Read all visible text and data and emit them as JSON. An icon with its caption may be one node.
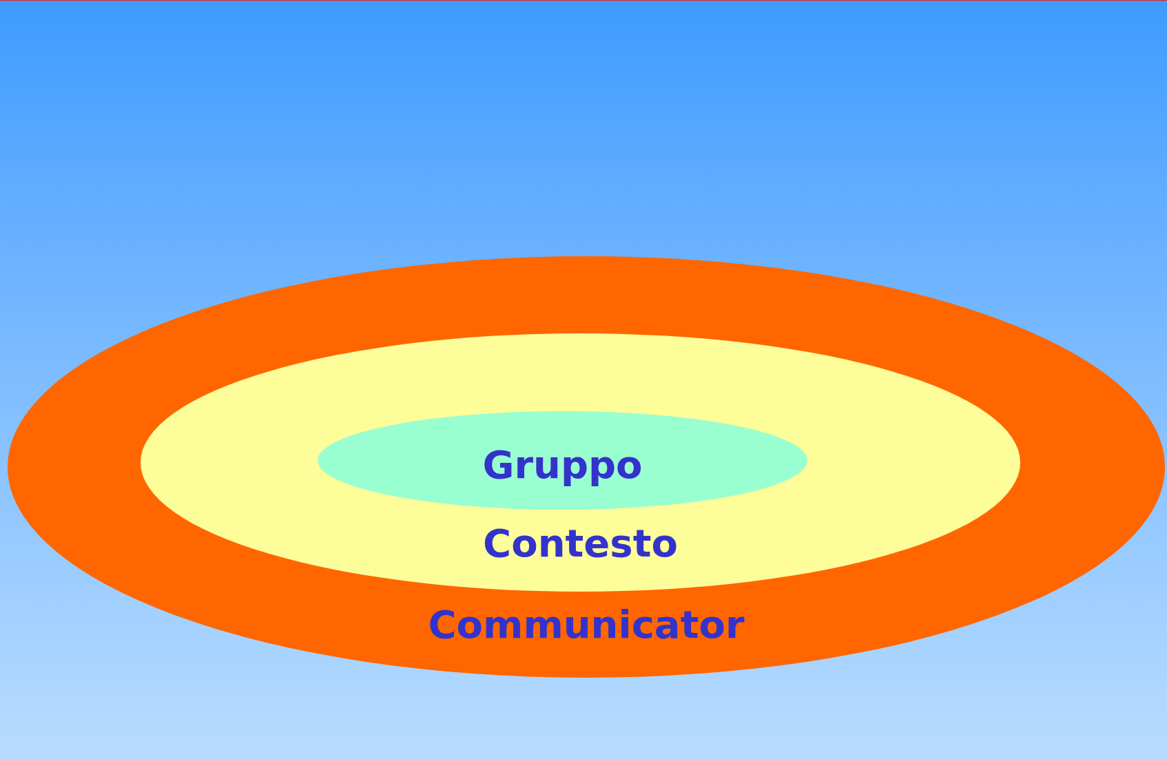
{
  "diagram": {
    "nodes": [
      {
        "text": [
          "Communicator"
        ]
      },
      {
        "text": [
          "Contesto"
        ],
        "in": 0
      },
      {
        "text": [
          "Gruppo"
        ],
        "in": 1
      }
    ]
  }
}
